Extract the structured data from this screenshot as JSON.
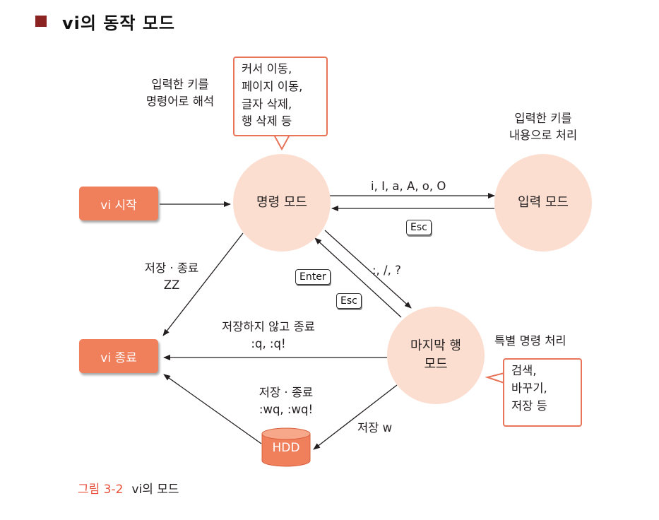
{
  "title": "vi의 동작 모드",
  "nodes": {
    "command_mode": "명령 모드",
    "input_mode": "입력 모드",
    "last_line_mode": "마지막 행\n모드",
    "vi_start": "vi 시작",
    "vi_exit": "vi 종료",
    "hdd": "HDD"
  },
  "callouts": {
    "command": "커서 이동,\n페이지 이동,\n글자 삭제,\n행 삭제 등",
    "last_line": "검색,\n바꾸기,\n저장 등"
  },
  "labels": {
    "command_interpret": "입력한 키를\n명령어로 해석",
    "input_process": "입력한 키를\n내용으로 처리",
    "to_input": "i, I, a, A, o, O",
    "to_last_line": ":, /, ?",
    "save_exit_zz": "저장 · 종료\nZZ",
    "quit_nosave": "저장하지 않고 종료\n:q, :q!",
    "save_exit_wq": "저장 · 종료\n:wq, :wq!",
    "save_w": "저장 w",
    "special_cmd": "특별 명령 처리"
  },
  "keys": {
    "esc_input": "Esc",
    "enter": "Enter",
    "esc_last": "Esc"
  },
  "caption": {
    "figure": "그림 3-2",
    "text": "vi의 모드"
  },
  "colors": {
    "accent": "#f07f5c",
    "circle_fill": "#fbded0",
    "callout_border": "#e8745a",
    "title_bullet": "#8b2323"
  }
}
